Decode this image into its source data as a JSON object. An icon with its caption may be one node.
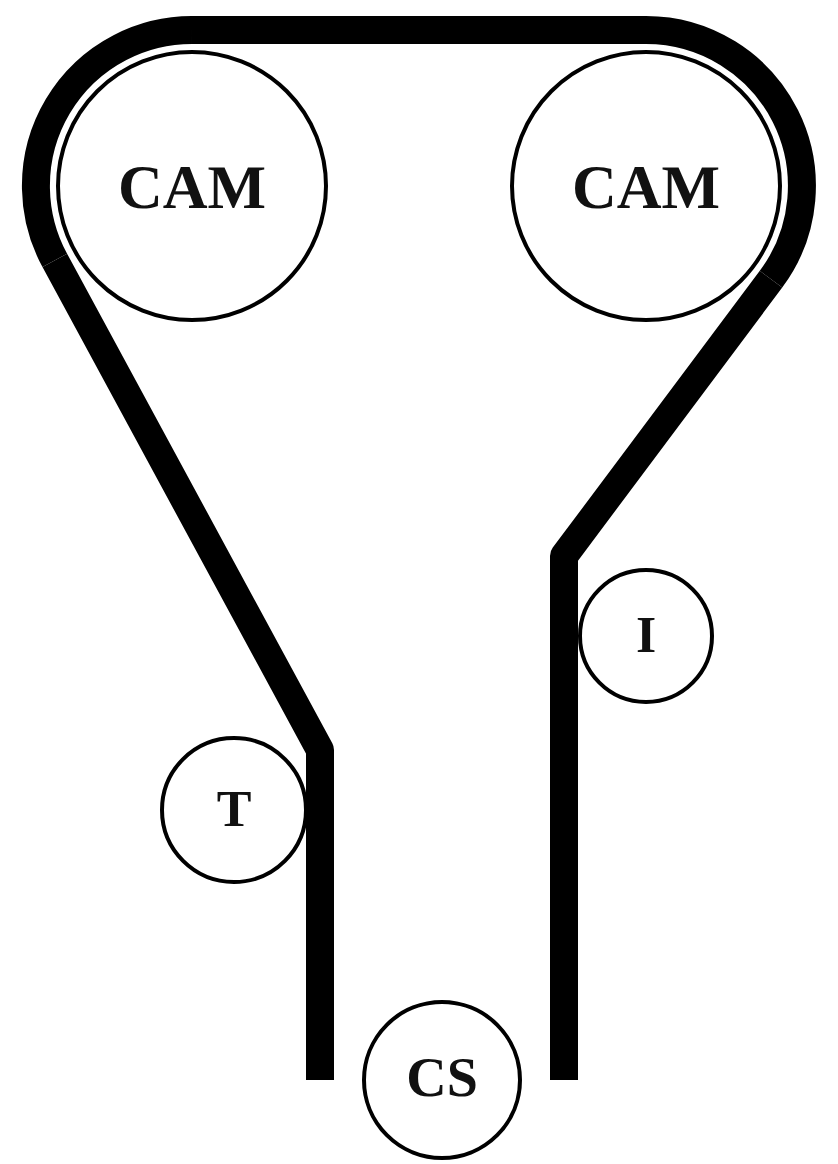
{
  "diagram": {
    "nodes": [
      {
        "text": [
          "CAM"
        ]
      },
      {
        "text": [
          "CAM"
        ]
      },
      {
        "text": [
          "I"
        ]
      },
      {
        "text": [
          "T"
        ]
      },
      {
        "text": [
          "CS"
        ]
      }
    ],
    "edges": [
      {
        "from": 0,
        "to": 1,
        "arrow": "none"
      },
      {
        "from": 1,
        "to": 2,
        "arrow": "none"
      },
      {
        "from": 2,
        "to": 4,
        "arrow": "none"
      },
      {
        "from": 4,
        "to": 3,
        "arrow": "none"
      },
      {
        "from": 3,
        "to": 0,
        "arrow": "none"
      }
    ]
  }
}
